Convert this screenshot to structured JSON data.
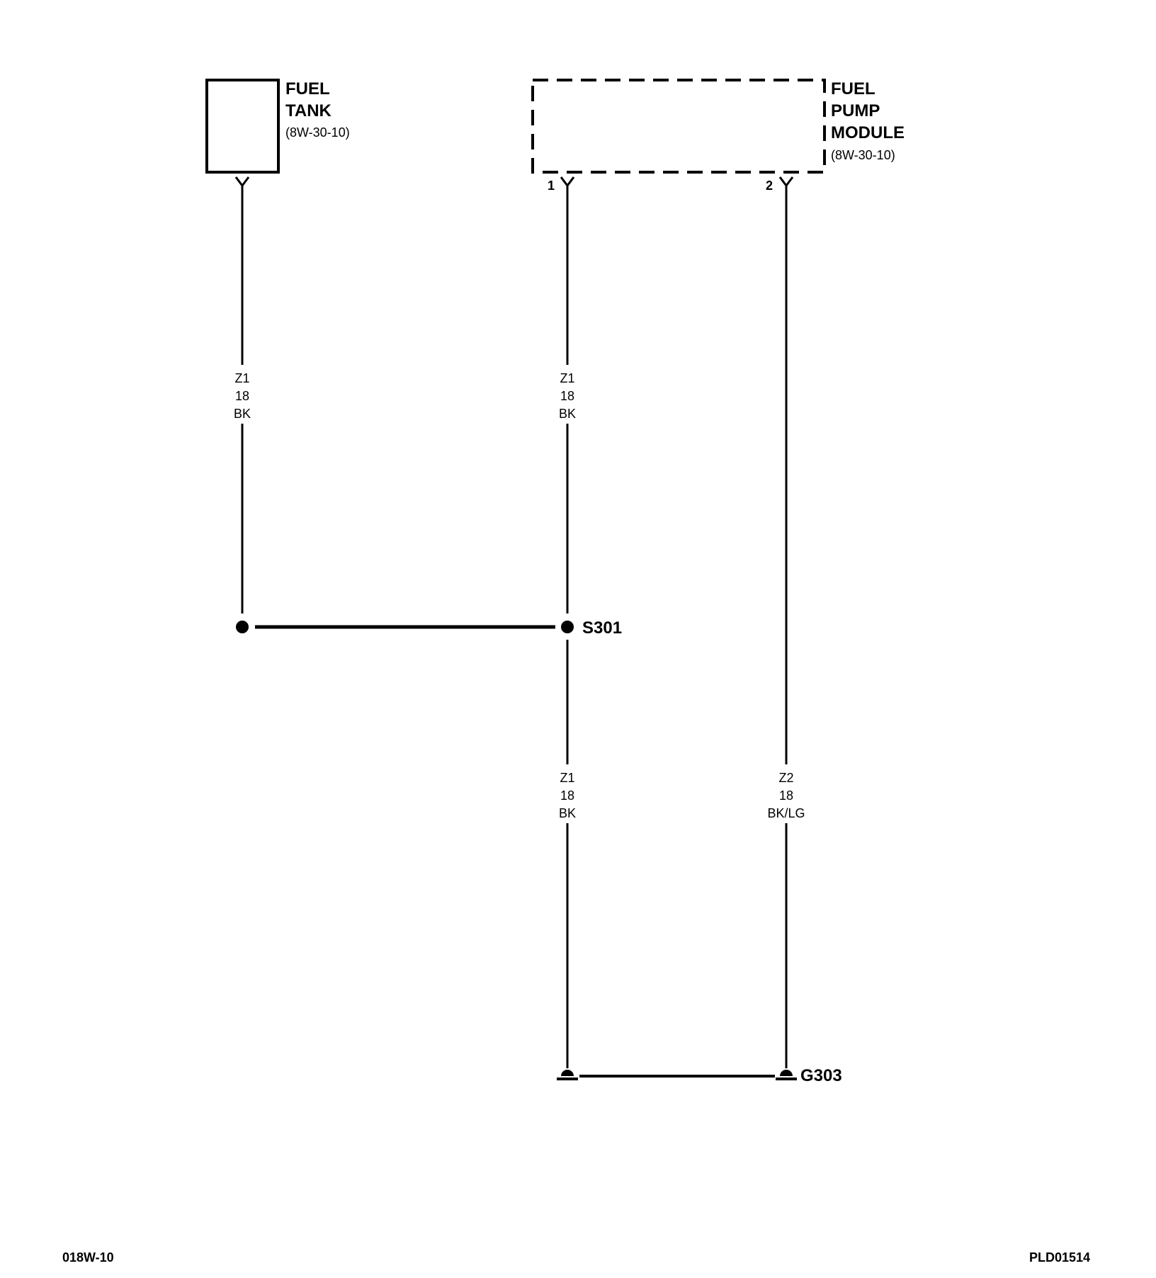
{
  "components": {
    "fuel_tank": {
      "name_line1": "FUEL",
      "name_line2": "TANK",
      "ref": "(8W-30-10)"
    },
    "fuel_pump_module": {
      "name_line1": "FUEL",
      "name_line2": "PUMP",
      "name_line3": "MODULE",
      "ref": "(8W-30-10)",
      "pin1": "1",
      "pin2": "2"
    }
  },
  "wires": {
    "tank_ground": {
      "circuit": "Z1",
      "gauge": "18",
      "color": "BK"
    },
    "pump_pin1_upper": {
      "circuit": "Z1",
      "gauge": "18",
      "color": "BK"
    },
    "pump_pin1_lower": {
      "circuit": "Z1",
      "gauge": "18",
      "color": "BK"
    },
    "pump_pin2": {
      "circuit": "Z2",
      "gauge": "18",
      "color": "BK/LG"
    }
  },
  "splice": {
    "label": "S301"
  },
  "ground": {
    "label": "G303"
  },
  "footer": {
    "left": "018W-10",
    "right": "PLD01514"
  }
}
